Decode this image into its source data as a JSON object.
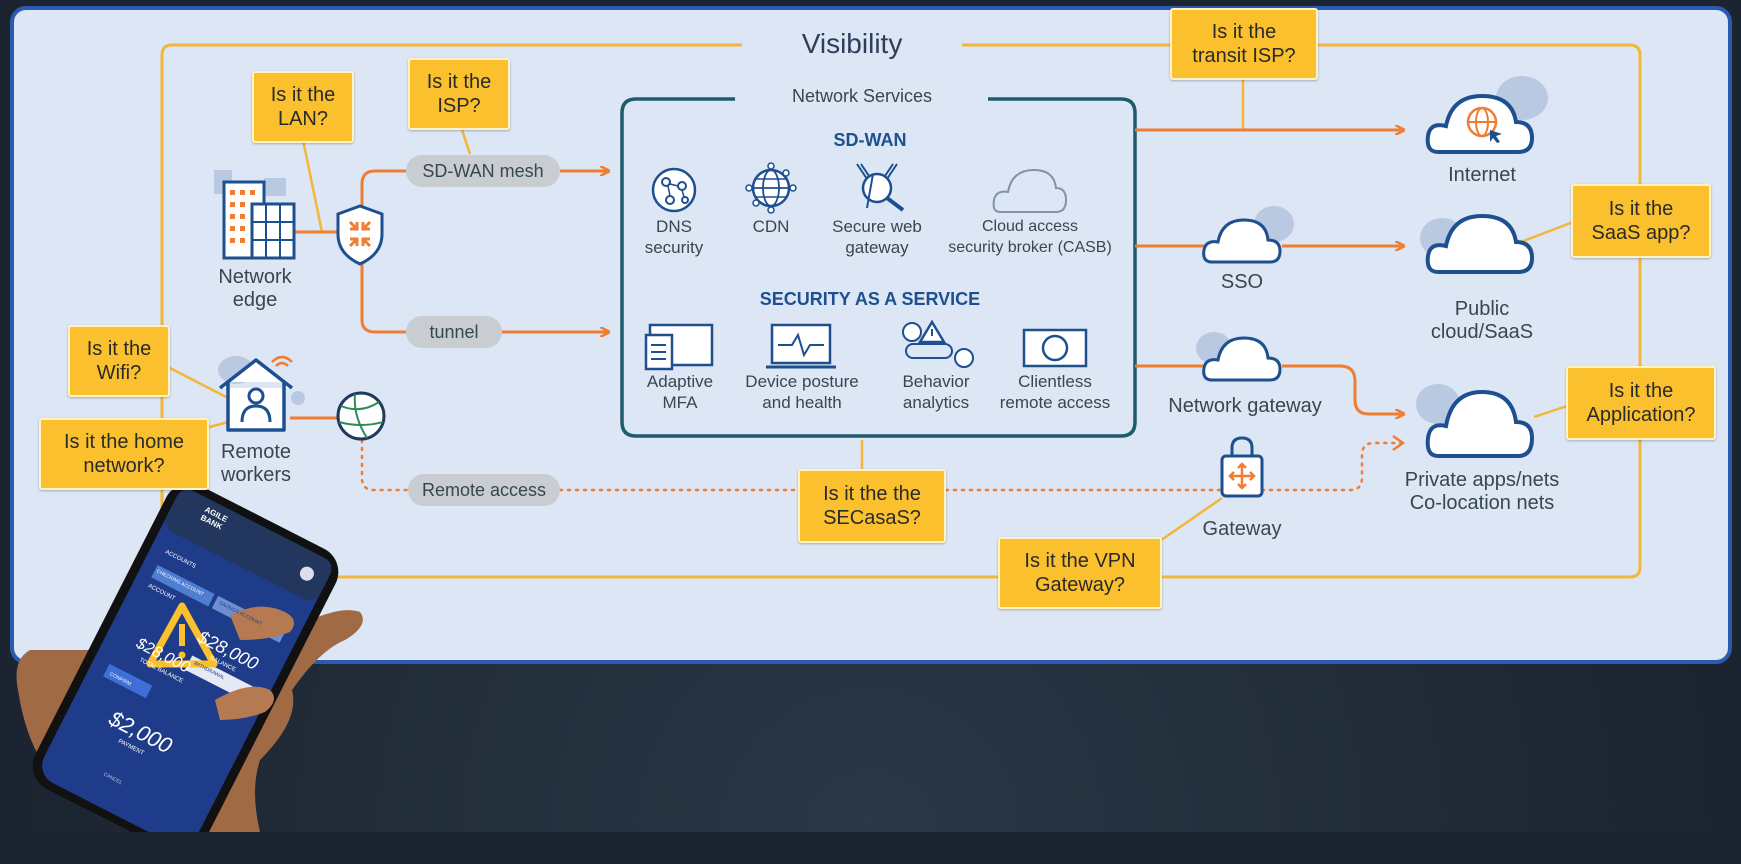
{
  "title": "Visibility",
  "network_services": {
    "label": "Network Services",
    "sdwan_header": "SD-WAN",
    "saas_header": "SECURITY AS A SERVICE",
    "sdwan_items": [
      {
        "label": "DNS\nsecurity",
        "icon": "dns-icon"
      },
      {
        "label": "CDN",
        "icon": "globe-icon"
      },
      {
        "label": "Secure web\ngateway",
        "icon": "web-gateway-icon"
      },
      {
        "label": "Cloud access\nsecurity broker (CASB)",
        "icon": "cloud-icon"
      }
    ],
    "saas_items": [
      {
        "label": "Adaptive\nMFA",
        "icon": "mfa-icon"
      },
      {
        "label": "Device posture\nand health",
        "icon": "device-health-icon"
      },
      {
        "label": "Behavior\nanalytics",
        "icon": "behavior-icon"
      },
      {
        "label": "Clientless\nremote access",
        "icon": "remote-access-icon"
      }
    ]
  },
  "nodes": {
    "network_edge": "Network\nedge",
    "remote_workers": "Remote\nworkers",
    "internet": "Internet",
    "sso": "SSO",
    "public_cloud": "Public\ncloud/SaaS",
    "network_gateway": "Network gateway",
    "private_apps": "Private apps/nets\nCo-location nets",
    "gateway": "Gateway"
  },
  "pills": {
    "sdwan_mesh": "SD-WAN mesh",
    "tunnel": "tunnel",
    "remote_access": "Remote access"
  },
  "questions": {
    "lan": "Is it the\nLAN?",
    "isp": "Is it the\nISP?",
    "transit_isp": "Is it the\ntransit ISP?",
    "saas_app": "Is it the\nSaaS app?",
    "wifi": "Is it the\nWifi?",
    "home_network": "Is it the home\nnetwork?",
    "application": "Is it the\nApplication?",
    "secasas": "Is it the the\nSECasaS?",
    "vpn_gateway": "Is it the VPN\nGateway?"
  },
  "phone": {
    "brand": "AGILE\nBANK",
    "accounts_label": "ACCOUNTS",
    "checking_tab": "CHECKING ACCOUNT",
    "savings_tab": "SAVINGS ACCOUNT",
    "account_label": "ACCOUNT",
    "balance_amount": "$28,000",
    "balance_label": "BALANCE",
    "total_amount": "$28,000",
    "total_label": "TOTAL BALANCE",
    "withdrawal": "WITHDRAWAL",
    "payment_amount": "$2,000",
    "payment_label": "PAYMENT",
    "confirm": "CONFIRM",
    "cancel": "CANCEL"
  },
  "colors": {
    "accent_orange": "#ef7d32",
    "visibility_yellow": "#fbc02d",
    "navy": "#1e4f8f",
    "panel_bg": "#dce6f5",
    "panel_border": "#2a5bb0"
  }
}
